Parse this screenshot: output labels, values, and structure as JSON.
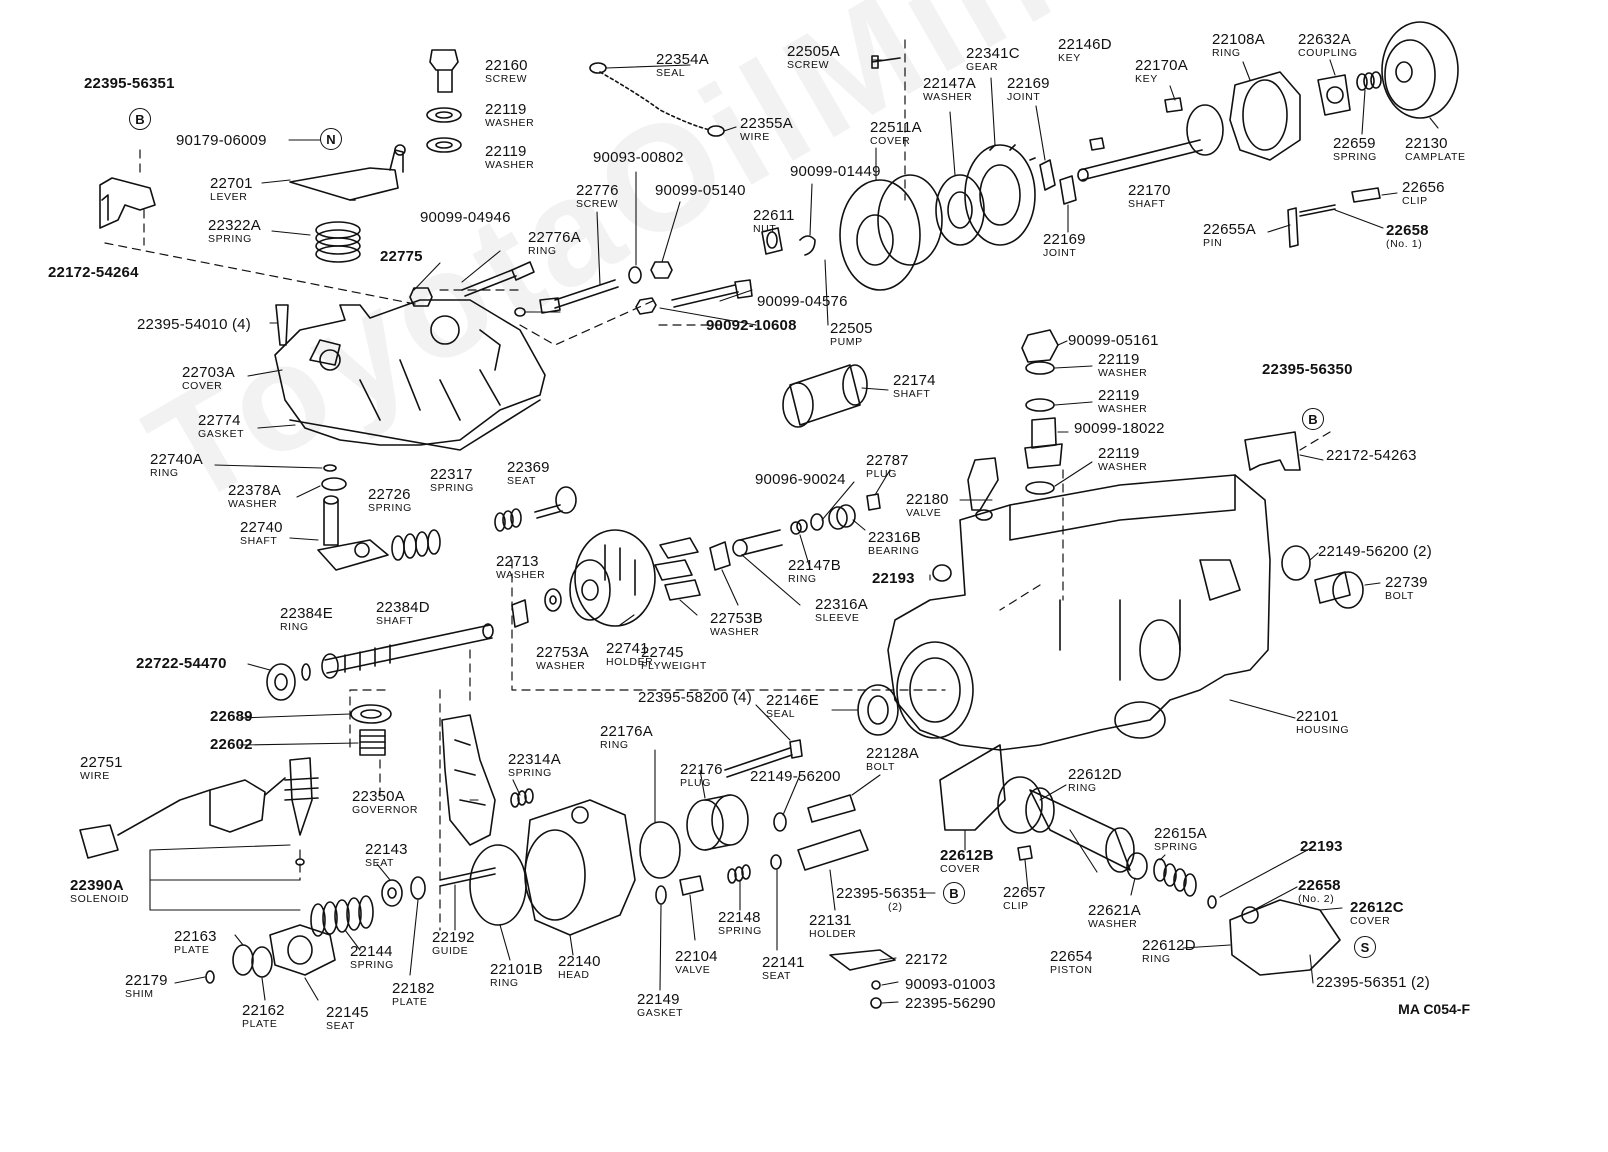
{
  "watermark": "ToyotaOilMine.ru",
  "diagram_code": "MA C054-F",
  "circle_marks": {
    "b": "B",
    "n": "N",
    "s": "S"
  },
  "parts": {
    "p22395_56351_top": {
      "num": "22395-56351"
    },
    "p90179_06009": {
      "num": "90179-06009"
    },
    "p22172_54264": {
      "num": "22172-54264"
    },
    "p22160": {
      "num": "22160",
      "name": "SCREW"
    },
    "p22119_a": {
      "num": "22119",
      "name": "WASHER"
    },
    "p22119_b": {
      "num": "22119",
      "name": "WASHER"
    },
    "p22354A": {
      "num": "22354A",
      "name": "SEAL"
    },
    "p22355A": {
      "num": "22355A",
      "name": "WIRE"
    },
    "p22505A": {
      "num": "22505A",
      "name": "SCREW"
    },
    "p22341C": {
      "num": "22341C",
      "name": "GEAR"
    },
    "p22146D": {
      "num": "22146D",
      "name": "KEY"
    },
    "p22108A": {
      "num": "22108A",
      "name": "RING"
    },
    "p22632A": {
      "num": "22632A",
      "name": "COUPLING"
    },
    "p22170A": {
      "num": "22170A",
      "name": "KEY"
    },
    "p22147A": {
      "num": "22147A",
      "name": "WASHER"
    },
    "p22169_a": {
      "num": "22169",
      "name": "JOINT"
    },
    "p22511A": {
      "num": "22511A",
      "name": "COVER"
    },
    "p22659": {
      "num": "22659",
      "name": "SPRING"
    },
    "p22130": {
      "num": "22130",
      "name": "CAMPLATE"
    },
    "p22701": {
      "num": "22701",
      "name": "LEVER"
    },
    "p90093_00802": {
      "num": "90093-00802"
    },
    "p90099_01449": {
      "num": "90099-01449"
    },
    "p22170": {
      "num": "22170",
      "name": "SHAFT"
    },
    "p22656": {
      "num": "22656",
      "name": "CLIP"
    },
    "p22776": {
      "num": "22776",
      "name": "SCREW"
    },
    "p90099_05140": {
      "num": "90099-05140"
    },
    "p90099_04946": {
      "num": "90099-04946"
    },
    "p22322A": {
      "num": "22322A",
      "name": "SPRING"
    },
    "p22611": {
      "num": "22611",
      "name": "NUT"
    },
    "p22169_b": {
      "num": "22169",
      "name": "JOINT"
    },
    "p22655A": {
      "num": "22655A",
      "name": "PIN"
    },
    "p22658_1": {
      "num": "22658",
      "name": "(No. 1)"
    },
    "p22776A": {
      "num": "22776A",
      "name": "RING"
    },
    "p22775": {
      "num": "22775"
    },
    "p90099_04576": {
      "num": "90099-04576"
    },
    "p22395_54010": {
      "num": "22395-54010 (4)"
    },
    "p90092_10608": {
      "num": "90092-10608"
    },
    "p22505": {
      "num": "22505",
      "name": "PUMP"
    },
    "p90099_05161": {
      "num": "90099-05161"
    },
    "p22119_c": {
      "num": "22119",
      "name": "WASHER"
    },
    "p22703A": {
      "num": "22703A",
      "name": "COVER"
    },
    "p22174": {
      "num": "22174",
      "name": "SHAFT"
    },
    "p22395_56350": {
      "num": "22395-56350"
    },
    "p22119_d": {
      "num": "22119",
      "name": "WASHER"
    },
    "p22774": {
      "num": "22774",
      "name": "GASKET"
    },
    "p90099_18022": {
      "num": "90099-18022"
    },
    "p22172_54263": {
      "num": "22172-54263"
    },
    "p22119_e": {
      "num": "22119",
      "name": "WASHER"
    },
    "p22740A": {
      "num": "22740A",
      "name": "RING"
    },
    "p22787": {
      "num": "22787",
      "name": "PLUG"
    },
    "p22317": {
      "num": "22317",
      "name": "SPRING"
    },
    "p22369": {
      "num": "22369",
      "name": "SEAT"
    },
    "p90096_90024": {
      "num": "90096-90024"
    },
    "p22378A": {
      "num": "22378A",
      "name": "WASHER"
    },
    "p22180": {
      "num": "22180",
      "name": "VALVE"
    },
    "p22726": {
      "num": "22726",
      "name": "SPRING"
    },
    "p22316B": {
      "num": "22316B",
      "name": "BEARING"
    },
    "p22740": {
      "num": "22740",
      "name": "SHAFT"
    },
    "p22149_56200_2": {
      "num": "22149-56200 (2)"
    },
    "p22147B": {
      "num": "22147B",
      "name": "RING"
    },
    "p22193_a": {
      "num": "22193"
    },
    "p22739": {
      "num": "22739",
      "name": "BOLT"
    },
    "p22713": {
      "num": "22713",
      "name": "WASHER"
    },
    "p22753B": {
      "num": "22753B",
      "name": "WASHER"
    },
    "p22316A": {
      "num": "22316A",
      "name": "SLEEVE"
    },
    "p22384E": {
      "num": "22384E",
      "name": "RING"
    },
    "p22384D": {
      "num": "22384D",
      "name": "SHAFT"
    },
    "p22753A": {
      "num": "22753A",
      "name": "WASHER"
    },
    "p22741": {
      "num": "22741",
      "name": "HOLDER"
    },
    "p22745": {
      "num": "22745",
      "name": "FLYWEIGHT"
    },
    "p22722_54470": {
      "num": "22722-54470"
    },
    "p22395_58200": {
      "num": "22395-58200 (4)"
    },
    "p22146E": {
      "num": "22146E",
      "name": "SEAL"
    },
    "p22101": {
      "num": "22101",
      "name": "HOUSING"
    },
    "p22689": {
      "num": "22689"
    },
    "p22602": {
      "num": "22602"
    },
    "p22176A": {
      "num": "22176A",
      "name": "RING"
    },
    "p22751": {
      "num": "22751",
      "name": "WIRE"
    },
    "p22314A": {
      "num": "22314A",
      "name": "SPRING"
    },
    "p22176": {
      "num": "22176",
      "name": "PLUG"
    },
    "p22149_56200": {
      "num": "22149-56200"
    },
    "p22128A": {
      "num": "22128A",
      "name": "BOLT"
    },
    "p22612D_a": {
      "num": "22612D",
      "name": "RING"
    },
    "p22350A": {
      "num": "22350A",
      "name": "GOVERNOR"
    },
    "p22143": {
      "num": "22143",
      "name": "SEAT"
    },
    "p22615A": {
      "num": "22615A",
      "name": "SPRING"
    },
    "p22612B": {
      "num": "22612B",
      "name": "COVER"
    },
    "p22193_b": {
      "num": "22193"
    },
    "p22390A": {
      "num": "22390A",
      "name": "SOLENOID"
    },
    "p22657": {
      "num": "22657",
      "name": "CLIP"
    },
    "p22395_56351_mid": {
      "num": "22395-56351",
      "name": "(2)"
    },
    "p22658_2": {
      "num": "22658",
      "name": "(No. 2)"
    },
    "p22148": {
      "num": "22148",
      "name": "SPRING"
    },
    "p22131": {
      "num": "22131",
      "name": "HOLDER"
    },
    "p22621A": {
      "num": "22621A",
      "name": "WASHER"
    },
    "p22612C": {
      "num": "22612C",
      "name": "COVER"
    },
    "p22192": {
      "num": "22192",
      "name": "GUIDE"
    },
    "p22163": {
      "num": "22163",
      "name": "PLATE"
    },
    "p22144": {
      "num": "22144",
      "name": "SPRING"
    },
    "p22101B": {
      "num": "22101B",
      "name": "RING"
    },
    "p22140": {
      "num": "22140",
      "name": "HEAD"
    },
    "p22104": {
      "num": "22104",
      "name": "VALVE"
    },
    "p22141": {
      "num": "22141",
      "name": "SEAT"
    },
    "p22612D_b": {
      "num": "22612D",
      "name": "RING"
    },
    "p22654": {
      "num": "22654",
      "name": "PISTON"
    },
    "p22172": {
      "num": "22172"
    },
    "p22179": {
      "num": "22179",
      "name": "SHIM"
    },
    "p22182": {
      "num": "22182",
      "name": "PLATE"
    },
    "p90093_01003": {
      "num": "90093-01003"
    },
    "p22162": {
      "num": "22162",
      "name": "PLATE"
    },
    "p22145": {
      "num": "22145",
      "name": "SEAT"
    },
    "p22149": {
      "num": "22149",
      "name": "GASKET"
    },
    "p22395_56290": {
      "num": "22395-56290"
    },
    "p22395_56351_bot": {
      "num": "22395-56351 (2)"
    }
  }
}
